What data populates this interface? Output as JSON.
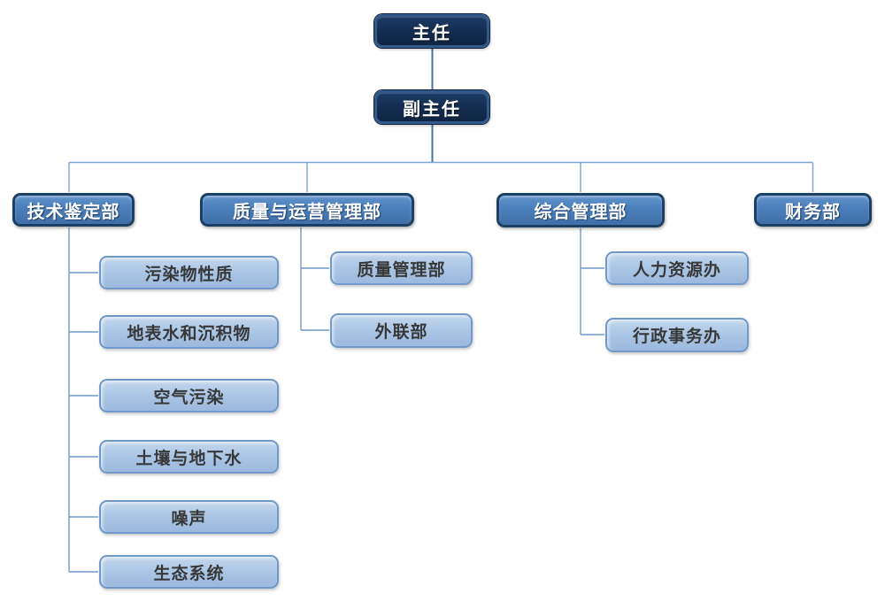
{
  "org": {
    "root": {
      "label": "主任"
    },
    "deputy": {
      "label": "副主任"
    },
    "departments": [
      {
        "label": "技术鉴定部",
        "children": [
          "污染物性质",
          "地表水和沉积物",
          "空气污染",
          "土壤与地下水",
          "噪声",
          "生态系统"
        ]
      },
      {
        "label": "质量与运营管理部",
        "children": [
          "质量管理部",
          "外联部"
        ]
      },
      {
        "label": "综合管理部",
        "children": [
          "人力资源办",
          "行政事务办"
        ]
      },
      {
        "label": "财务部",
        "children": []
      }
    ]
  },
  "palette": {
    "canvas-bg": "#FFFFFF",
    "lv1-fill": "#142E52",
    "lv1-border": "#31598C",
    "lv2-fill": "#4A7EBB",
    "lv2-border": "#1C4063",
    "lv3-fill": "#A9C5E5",
    "lv3-border": "#7099C9",
    "lv3-text": "#383838",
    "line-dark": "#4472A8",
    "line-light": "#7EA4D2",
    "line-mid": "#6F9AC9"
  }
}
